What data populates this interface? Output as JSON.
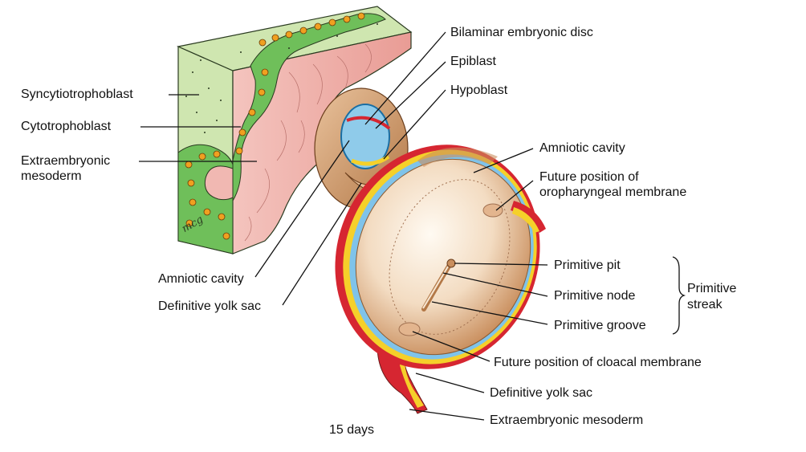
{
  "labels": {
    "syncytiotrophoblast": "Syncytiotrophoblast",
    "cytotrophoblast": "Cytotrophoblast",
    "extraembryonic_mesoderm_left_line1": "Extraembryonic",
    "extraembryonic_mesoderm_left_line2": "mesoderm",
    "amniotic_cavity_left": "Amniotic cavity",
    "definitive_yolk_sac_left": "Definitive yolk sac",
    "bilaminar_embryonic_disc": "Bilaminar embryonic disc",
    "epiblast": "Epiblast",
    "hypoblast": "Hypoblast",
    "amniotic_cavity_right": "Amniotic cavity",
    "future_oropharyngeal_line1": "Future position of",
    "future_oropharyngeal_line2": "oropharyngeal membrane",
    "primitive_pit": "Primitive pit",
    "primitive_node": "Primitive node",
    "primitive_groove": "Primitive groove",
    "primitive_streak_line1": "Primitive",
    "primitive_streak_line2": "streak",
    "future_cloacal": "Future position of cloacal membrane",
    "definitive_yolk_sac_right": "Definitive yolk sac",
    "extraembryonic_mesoderm_right": "Extraembryonic mesoderm",
    "caption": "15 days",
    "signature": "mcg"
  },
  "colors": {
    "syncytiotrophoblast": "#cfe6b0",
    "cytotrophoblast": "#6fbf5a",
    "extraembryonic_mesoderm": "#f1b8b2",
    "amnion": "#bfe0f2",
    "yolk_sac_wall": "#f5d02a",
    "ectoderm_red": "#d62631",
    "embryo_tan": "#c98e5d",
    "disc_surface": "#f7e7d3",
    "nucleus": "#f0a020"
  }
}
